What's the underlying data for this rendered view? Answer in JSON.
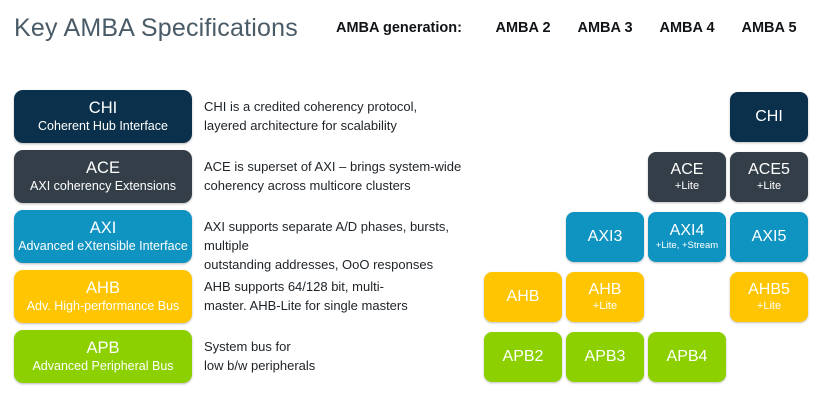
{
  "page_title": "Key AMBA Specifications",
  "title_color": "#4a5b68",
  "header": {
    "generation_label": "AMBA generation:",
    "generations": [
      "AMBA 2",
      "AMBA 3",
      "AMBA 4",
      "AMBA 5"
    ]
  },
  "colors": {
    "chi": "#0b304b",
    "ace": "#343e48",
    "axi": "#0f93c0",
    "ahb": "#ffc500",
    "apb": "#8cd000"
  },
  "rows": [
    {
      "key": "chi",
      "name": "CHI",
      "expansion": "Coherent Hub Interface",
      "color": "#0b304b",
      "description": "CHI is a credited coherency protocol,\nlayered architecture for scalability",
      "cells": [
        null,
        null,
        null,
        {
          "name": "CHI",
          "sub": ""
        }
      ]
    },
    {
      "key": "ace",
      "name": "ACE",
      "expansion": "AXI coherency Extensions",
      "color": "#343e48",
      "description": "ACE is superset of AXI – brings system-wide\ncoherency across multicore clusters",
      "cells": [
        null,
        null,
        {
          "name": "ACE",
          "sub": "+Lite"
        },
        {
          "name": "ACE5",
          "sub": "+Lite"
        }
      ]
    },
    {
      "key": "axi",
      "name": "AXI",
      "expansion": "Advanced eXtensible Interface",
      "color": "#0f93c0",
      "description": "AXI supports separate A/D phases, bursts, multiple\noutstanding addresses, OoO responses",
      "cells": [
        null,
        {
          "name": "AXI3",
          "sub": ""
        },
        {
          "name": "AXI4",
          "sub": "+Lite, +Stream"
        },
        {
          "name": "AXI5",
          "sub": ""
        }
      ]
    },
    {
      "key": "ahb",
      "name": "AHB",
      "expansion": "Adv. High-performance Bus",
      "color": "#ffc500",
      "description": "AHB supports 64/128 bit, multi-\nmaster.  AHB-Lite for single masters",
      "cells": [
        {
          "name": "AHB",
          "sub": ""
        },
        {
          "name": "AHB",
          "sub": "+Lite"
        },
        null,
        {
          "name": "AHB5",
          "sub": "+Lite"
        }
      ]
    },
    {
      "key": "apb",
      "name": "APB",
      "expansion": "Advanced Peripheral Bus",
      "color": "#8cd000",
      "description": "System bus for\nlow b/w peripherals",
      "cells": [
        {
          "name": "APB2",
          "sub": ""
        },
        {
          "name": "APB3",
          "sub": ""
        },
        {
          "name": "APB4",
          "sub": ""
        },
        null
      ]
    }
  ],
  "layout": {
    "row_tops": [
      90,
      150,
      210,
      270,
      330
    ],
    "cell_tops": [
      92,
      152,
      212,
      272,
      332
    ],
    "column_lefts": [
      484,
      566,
      648,
      730
    ]
  }
}
